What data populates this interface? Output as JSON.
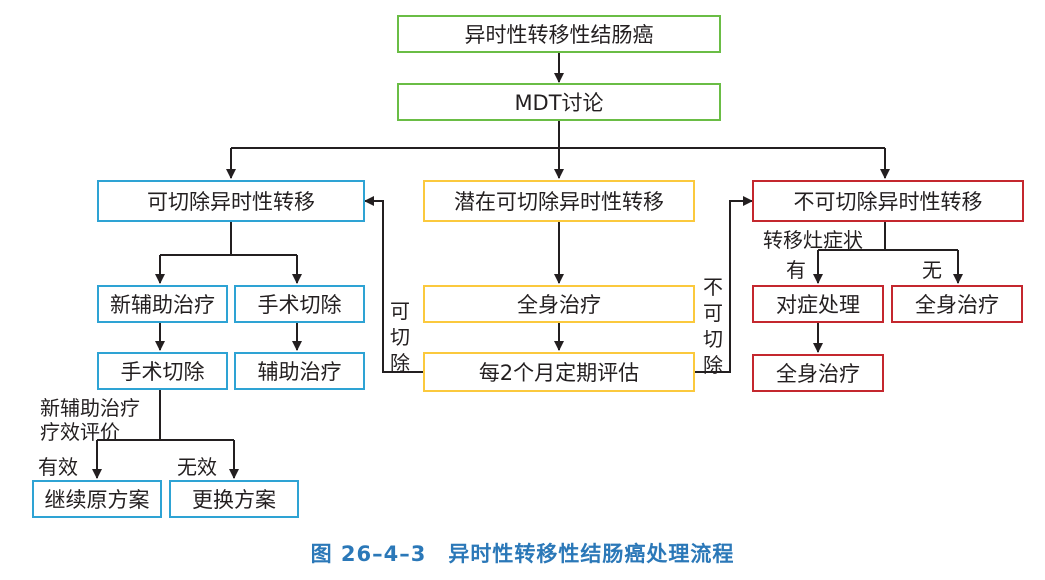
{
  "nodes": {
    "root": "异时性转移性结肠癌",
    "mdt": "MDT讨论",
    "resectable": "可切除异时性转移",
    "potential": "潜在可切除异时性转移",
    "unresectable": "不可切除异时性转移",
    "neoadjuvant": "新辅助治疗",
    "surgery_a": "手术切除",
    "surgery_b": "手术切除",
    "adjuvant": "辅助治疗",
    "systemic_mid": "全身治疗",
    "eval": "每2个月定期评估",
    "symptomatic": "对症处理",
    "systemic_r1": "全身治疗",
    "systemic_r2": "全身治疗",
    "continue": "继续原方案",
    "change": "更换方案"
  },
  "labels": {
    "neo_eval": "新辅助治疗疗效评价",
    "effective": "有效",
    "ineffective": "无效",
    "resectable_back": "可切除",
    "unresectable_side": "不可切除",
    "symptoms": "转移灶症状",
    "yes": "有",
    "no": "无"
  },
  "colors": {
    "green": "#6abd45",
    "blue": "#2ea3d4",
    "yellow": "#fbc93d",
    "red": "#c4272e",
    "caption": "#2b78b8"
  },
  "caption": "图 26–4–3　异时性转移性结肠癌处理流程"
}
